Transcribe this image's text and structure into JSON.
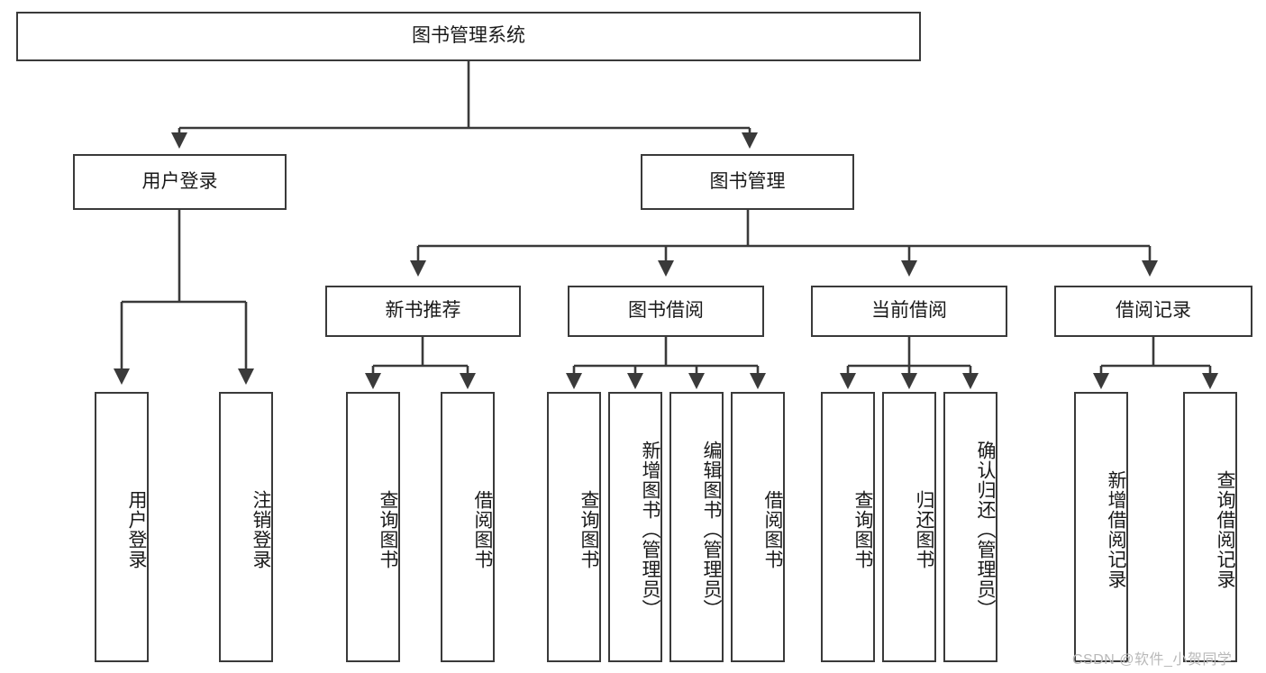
{
  "diagram": {
    "title": "图书管理系统",
    "type": "功能结构图",
    "accent_color": "#3a3a3a",
    "background_color": "#ffffff",
    "root": {
      "label": "图书管理系统"
    },
    "level2": [
      {
        "label": "用户登录"
      },
      {
        "label": "图书管理"
      }
    ],
    "level3": [
      {
        "label": "新书推荐"
      },
      {
        "label": "图书借阅"
      },
      {
        "label": "当前借阅"
      },
      {
        "label": "借阅记录"
      }
    ],
    "leaves": {
      "user_login": [
        {
          "label": "用户登录"
        },
        {
          "label": "注销登录"
        }
      ],
      "new_book": [
        {
          "label": "查询图书"
        },
        {
          "label": "借阅图书"
        }
      ],
      "book_borrow": [
        {
          "label": "查询图书"
        },
        {
          "label": "新增图书（管理员）"
        },
        {
          "label": "编辑图书（管理员）"
        },
        {
          "label": "借阅图书"
        }
      ],
      "current_borrow": [
        {
          "label": "查询图书"
        },
        {
          "label": "归还图书"
        },
        {
          "label": "确认归还（管理员）"
        }
      ],
      "borrow_record": [
        {
          "label": "新增借阅记录"
        },
        {
          "label": "查询借阅记录"
        }
      ]
    }
  },
  "watermark": {
    "text": "CSDN @软件_小贺同学"
  }
}
